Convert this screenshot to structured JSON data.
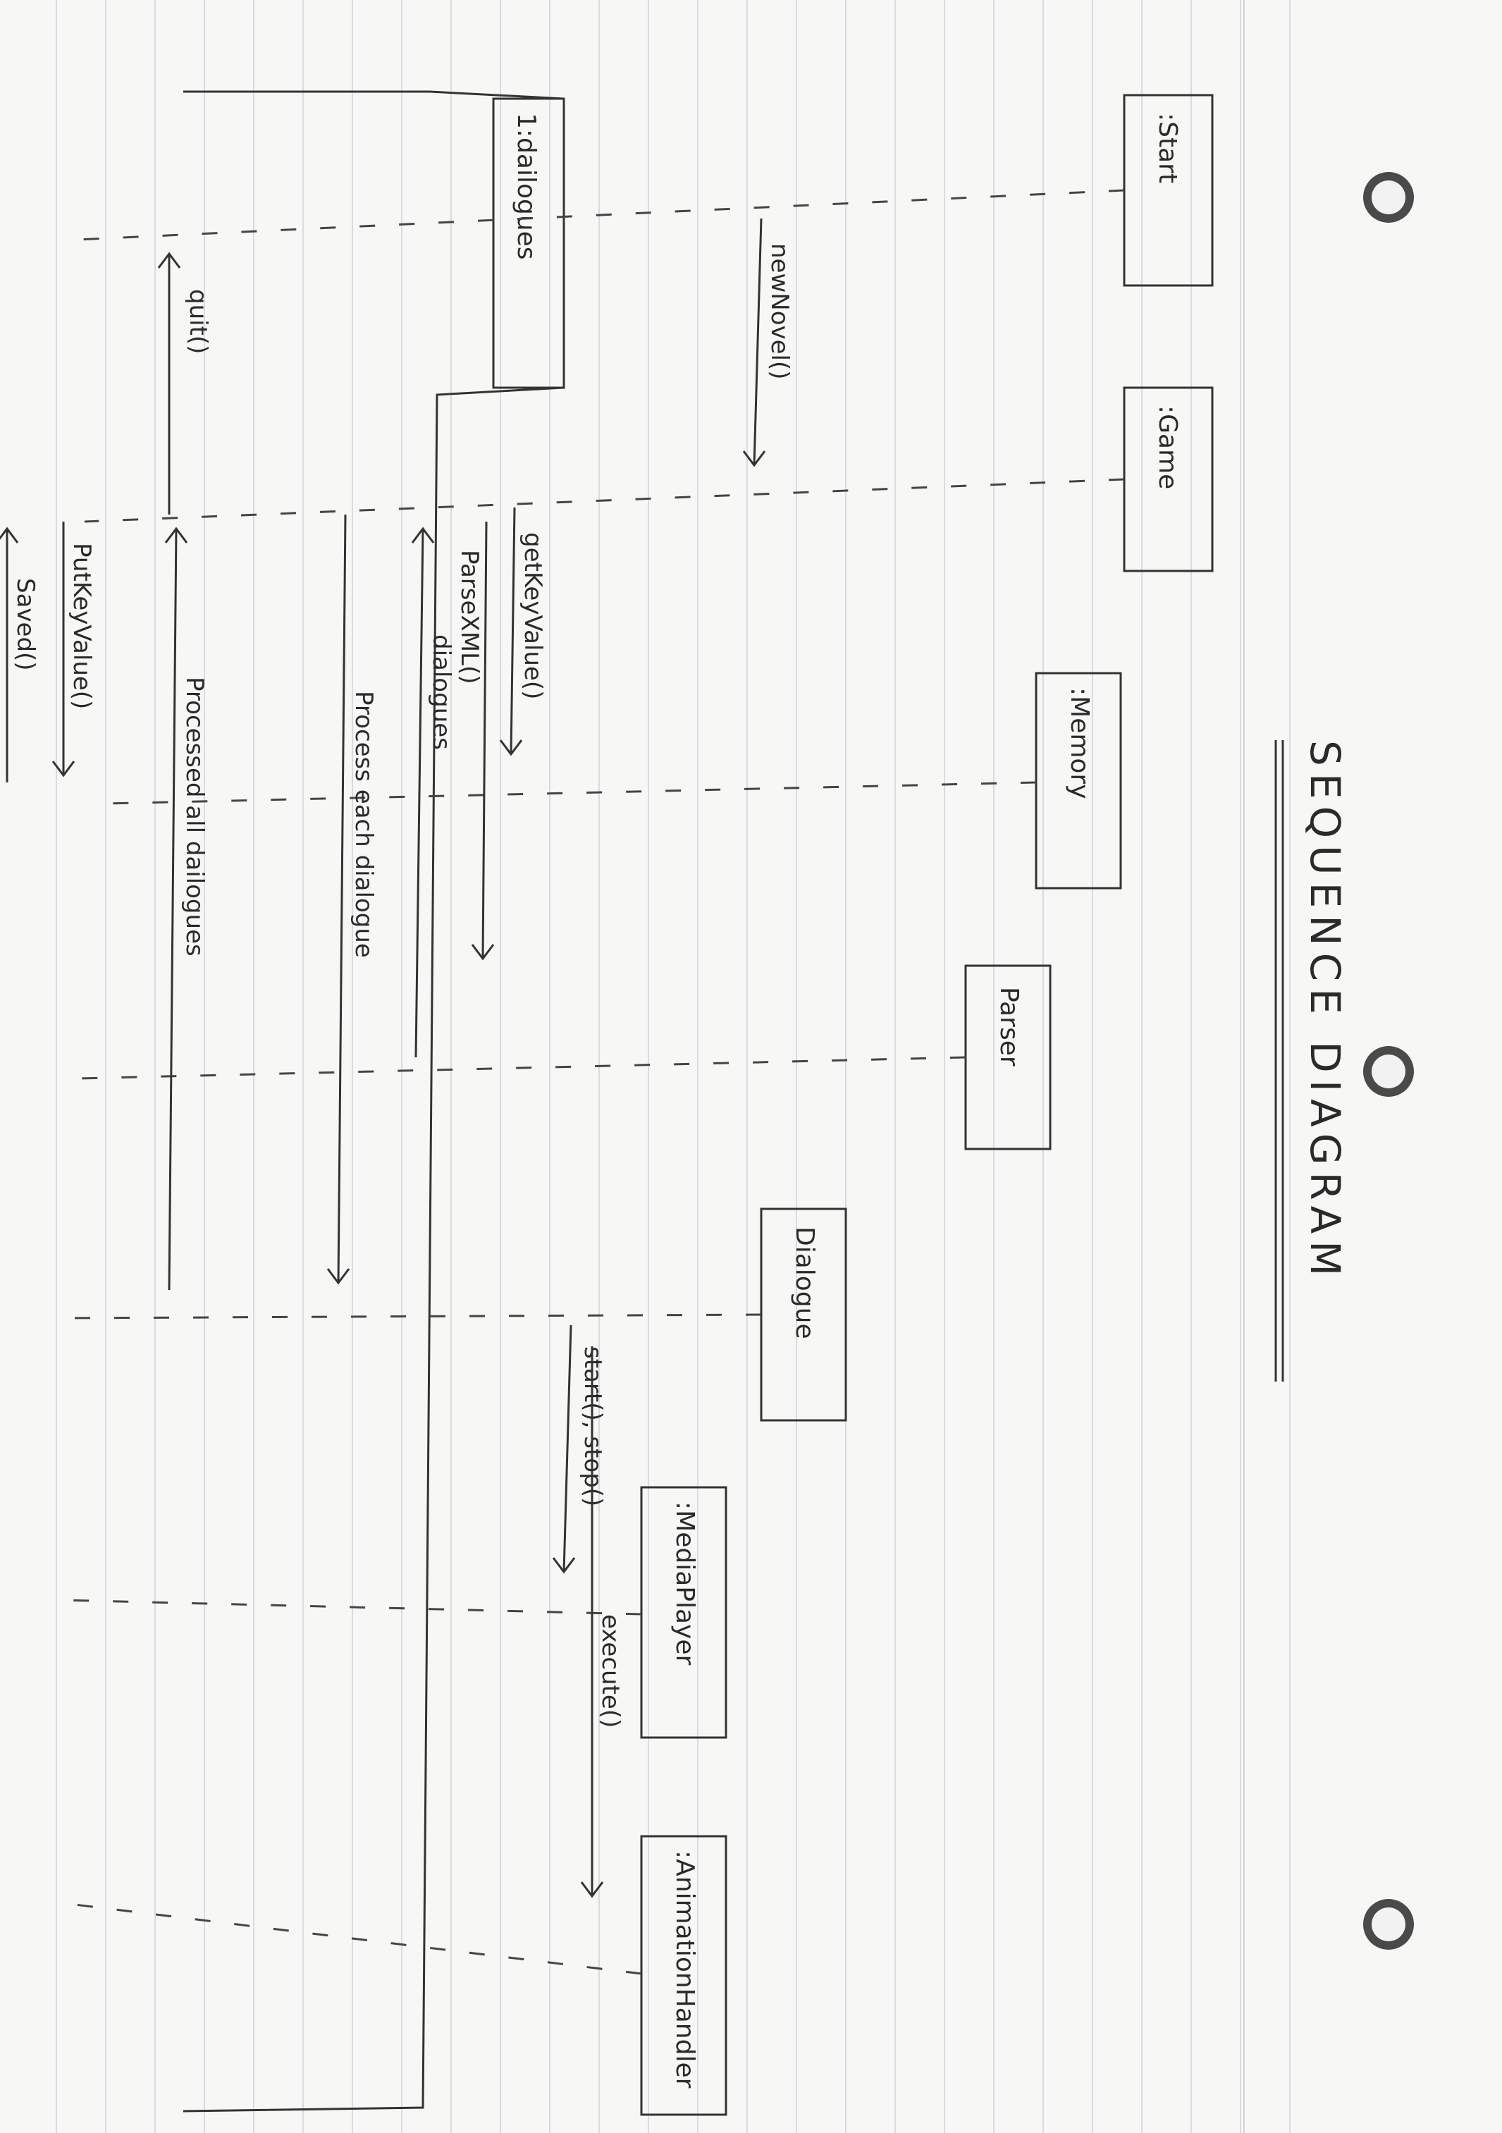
{
  "title": "SEQUENCE DIAGRAM",
  "lifelines": [
    {
      "id": "start",
      "label": ":Start"
    },
    {
      "id": "game",
      "label": ":Game"
    },
    {
      "id": "memory",
      "label": ":Memory"
    },
    {
      "id": "parser",
      "label": "Parser"
    },
    {
      "id": "dialogue",
      "label": "Dialogue"
    },
    {
      "id": "media",
      "label": ":MediaPlayer"
    },
    {
      "id": "anim",
      "label": ":AnimationHandler"
    }
  ],
  "fragment_label": "1:dailogues",
  "messages": [
    {
      "id": "m1",
      "label": "newNovel()"
    },
    {
      "id": "m2",
      "label": "getKeyValue()"
    },
    {
      "id": "m3",
      "label": "ParseXML()"
    },
    {
      "id": "m4",
      "label": "dialogues"
    },
    {
      "id": "m5",
      "label": "Process each dialogue"
    },
    {
      "id": "m6",
      "label": "Processed all dailogues"
    },
    {
      "id": "m7",
      "label": "PutKeyValue()"
    },
    {
      "id": "m8",
      "label": "Saved()"
    },
    {
      "id": "m9",
      "label": "quit()"
    },
    {
      "id": "m10",
      "label": "start(), stop()"
    },
    {
      "id": "m11",
      "label": "execute()"
    }
  ],
  "colors": {
    "ink": "#333333",
    "paper": "#f7f7f5",
    "rule": "#d9dbe2"
  }
}
